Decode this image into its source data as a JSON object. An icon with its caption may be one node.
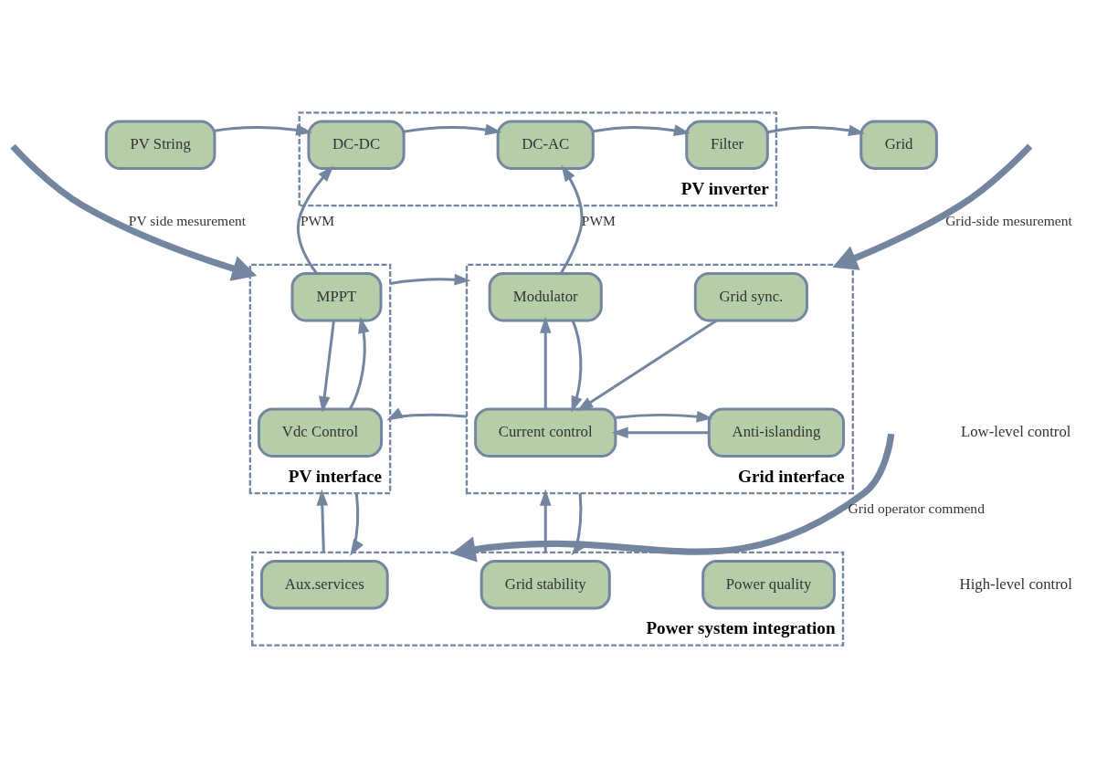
{
  "diagram": {
    "nodes": [
      {
        "text": [
          "PV inverter"
        ]
      },
      {
        "text": [
          "PV String"
        ]
      },
      {
        "text": [
          "DC-DC"
        ],
        "in": 0
      },
      {
        "text": [
          "DC-AC"
        ],
        "in": 0
      },
      {
        "text": [
          "Filter"
        ],
        "in": 0
      },
      {
        "text": [
          "Grid"
        ]
      },
      {
        "text": [
          "PV interface"
        ]
      },
      {
        "text": [
          "MPPT"
        ],
        "in": 6
      },
      {
        "text": [
          "Vdc Control"
        ],
        "in": 6
      },
      {
        "text": [
          "Grid interface"
        ]
      },
      {
        "text": [
          "Modulator"
        ],
        "in": 9
      },
      {
        "text": [
          "Grid sync."
        ],
        "in": 9
      },
      {
        "text": [
          "Current control"
        ],
        "in": 9
      },
      {
        "text": [
          "Anti-islanding"
        ],
        "in": 9
      },
      {
        "text": [
          "Power system integration"
        ]
      },
      {
        "text": [
          "Aux.services"
        ],
        "in": 14
      },
      {
        "text": [
          "Grid stability"
        ],
        "in": 14
      },
      {
        "text": [
          "Power quality"
        ],
        "in": 14
      }
    ],
    "edges": [
      {
        "from": 1,
        "to": 2,
        "arrow": "to"
      },
      {
        "from": 2,
        "to": 3,
        "arrow": "to"
      },
      {
        "from": 3,
        "to": 4,
        "arrow": "to"
      },
      {
        "from": 4,
        "to": 5,
        "arrow": "to"
      },
      {
        "from": 7,
        "to": 2,
        "arrow": "to",
        "label": "PWM"
      },
      {
        "from": 10,
        "to": 3,
        "arrow": "to",
        "label": "PWM"
      },
      {
        "from": 7,
        "to": 8,
        "arrow": "to"
      },
      {
        "from": 8,
        "to": 7,
        "arrow": "to"
      },
      {
        "from": 6,
        "to": 9,
        "arrow": "to"
      },
      {
        "from": 9,
        "to": 6,
        "arrow": "to"
      },
      {
        "from": 12,
        "to": 10,
        "arrow": "to"
      },
      {
        "from": 10,
        "to": 12,
        "arrow": "to"
      },
      {
        "from": 11,
        "to": 12,
        "arrow": "to"
      },
      {
        "from": 13,
        "to": 12,
        "arrow": "to"
      },
      {
        "from": 12,
        "to": 13,
        "arrow": "to"
      },
      {
        "from": 14,
        "to": 6,
        "arrow": "to"
      },
      {
        "from": 6,
        "to": 14,
        "arrow": "to"
      },
      {
        "from": 14,
        "to": 9,
        "arrow": "to"
      },
      {
        "from": 9,
        "to": 14,
        "arrow": "to"
      },
      {
        "from": null,
        "to": 6,
        "arrow": "to",
        "label": "PV side mesurement",
        "style": "thick"
      },
      {
        "from": null,
        "to": 9,
        "arrow": "to",
        "label": "Grid-side mesurement",
        "style": "thick"
      },
      {
        "from": null,
        "to": 14,
        "arrow": "to",
        "label": "Grid operator commend",
        "style": "thick"
      }
    ],
    "labels": [
      "Low-level control",
      "High-level control"
    ]
  }
}
